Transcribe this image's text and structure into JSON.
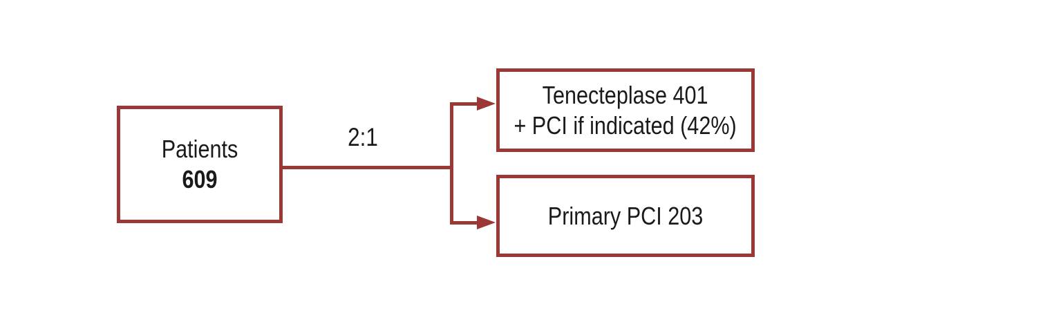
{
  "diagram": {
    "patients_box": {
      "label": "Patients",
      "count": "609"
    },
    "ratio_label": "2:1",
    "tenecteplase_box": {
      "line1": "Tenecteplase 401",
      "line2": "+ PCI if indicated (42%)"
    },
    "primary_pci_box": {
      "label": "Primary PCI 203"
    },
    "colors": {
      "line": "#9B3835",
      "text": "#1A1A1A",
      "background": "#FFFFFF"
    }
  }
}
